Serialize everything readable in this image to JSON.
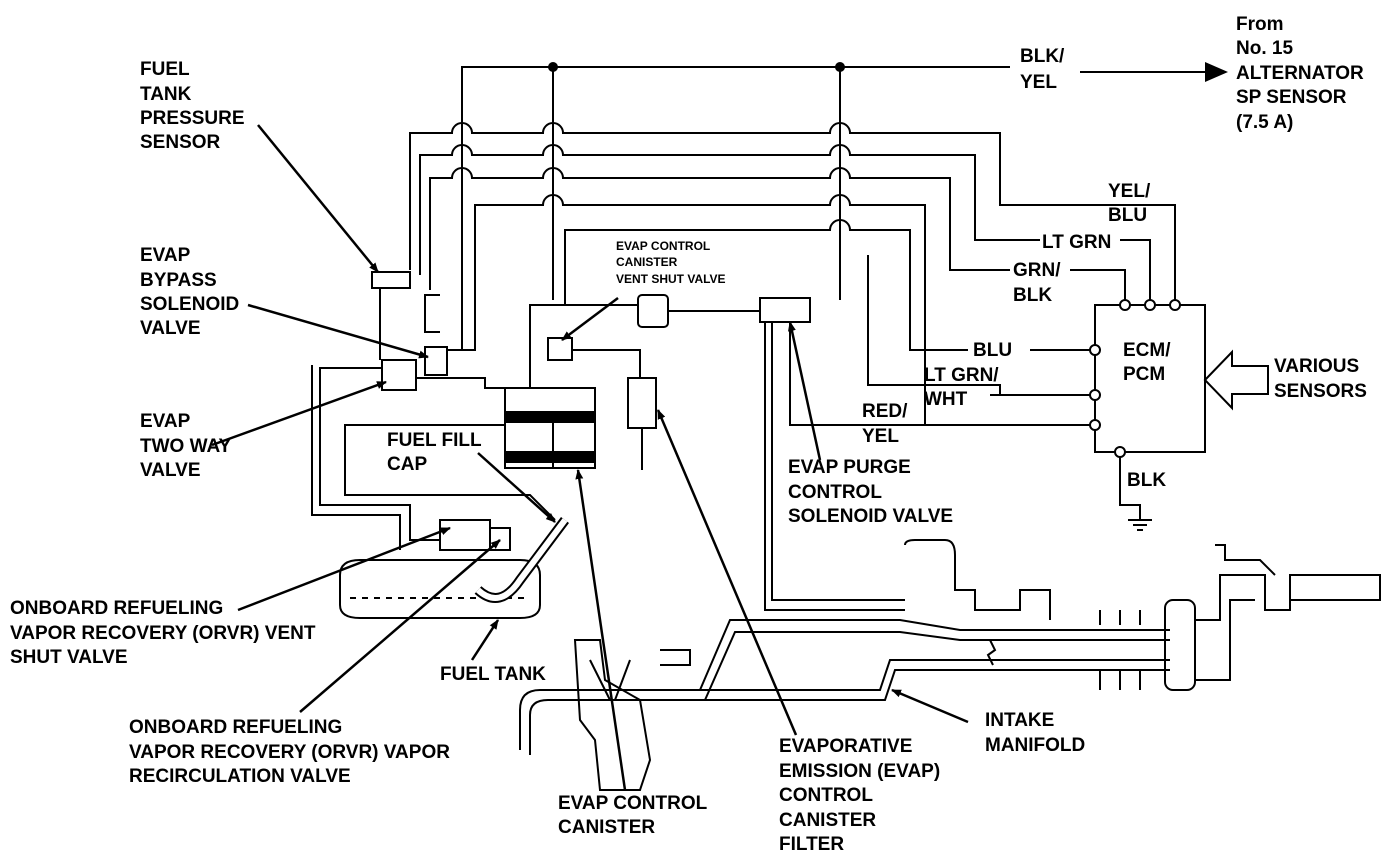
{
  "labels": {
    "fuel_tank_pressure_sensor": [
      "FUEL",
      "TANK",
      "PRESSURE",
      "SENSOR"
    ],
    "evap_bypass_solenoid_valve": [
      "EVAP",
      "BYPASS",
      "SOLENOID",
      "VALVE"
    ],
    "evap_two_way_valve": [
      "EVAP",
      "TWO WAY",
      "VALVE"
    ],
    "fuel_fill_cap": [
      "FUEL FILL",
      "CAP"
    ],
    "evap_control_canister_vent_shut_valve": [
      "EVAP CONTROL",
      "CANISTER",
      "VENT SHUT VALVE"
    ],
    "evap_purge_control_solenoid_valve": [
      "EVAP PURGE",
      "CONTROL",
      "SOLENOID VALVE"
    ],
    "orvr_vent_shut_valve": [
      "ONBOARD REFUELING",
      "VAPOR RECOVERY (ORVR) VENT",
      "SHUT VALVE"
    ],
    "fuel_tank": [
      "FUEL TANK"
    ],
    "orvr_vapor_recirculation_valve": [
      "ONBOARD REFUELING",
      "VAPOR RECOVERY (ORVR) VAPOR",
      "RECIRCULATION VALVE"
    ],
    "evap_control_canister": [
      "EVAP CONTROL",
      "CANISTER"
    ],
    "evap_canister_filter": [
      "EVAPORATIVE",
      "EMISSION (EVAP)",
      "CONTROL",
      "CANISTER",
      "FILTER"
    ],
    "intake_manifold": [
      "INTAKE",
      "MANIFOLD"
    ],
    "from_fuse": [
      "From",
      "No. 15",
      "ALTERNATOR",
      "SP SENSOR",
      "(7.5 A)"
    ],
    "ecm_pcm": [
      "ECM/",
      "PCM"
    ],
    "various_sensors": [
      "VARIOUS",
      "SENSORS"
    ]
  },
  "wires": {
    "blk_yel": [
      "BLK/",
      "YEL"
    ],
    "yel_blu": [
      "YEL/",
      "BLU"
    ],
    "lt_grn": [
      "LT GRN"
    ],
    "grn_blk": [
      "GRN/",
      "BLK"
    ],
    "blu": [
      "BLU"
    ],
    "lt_grn_wht": [
      "LT GRN/",
      "WHT"
    ],
    "red_yel": [
      "RED/",
      "YEL"
    ],
    "blk": [
      "BLK"
    ]
  }
}
